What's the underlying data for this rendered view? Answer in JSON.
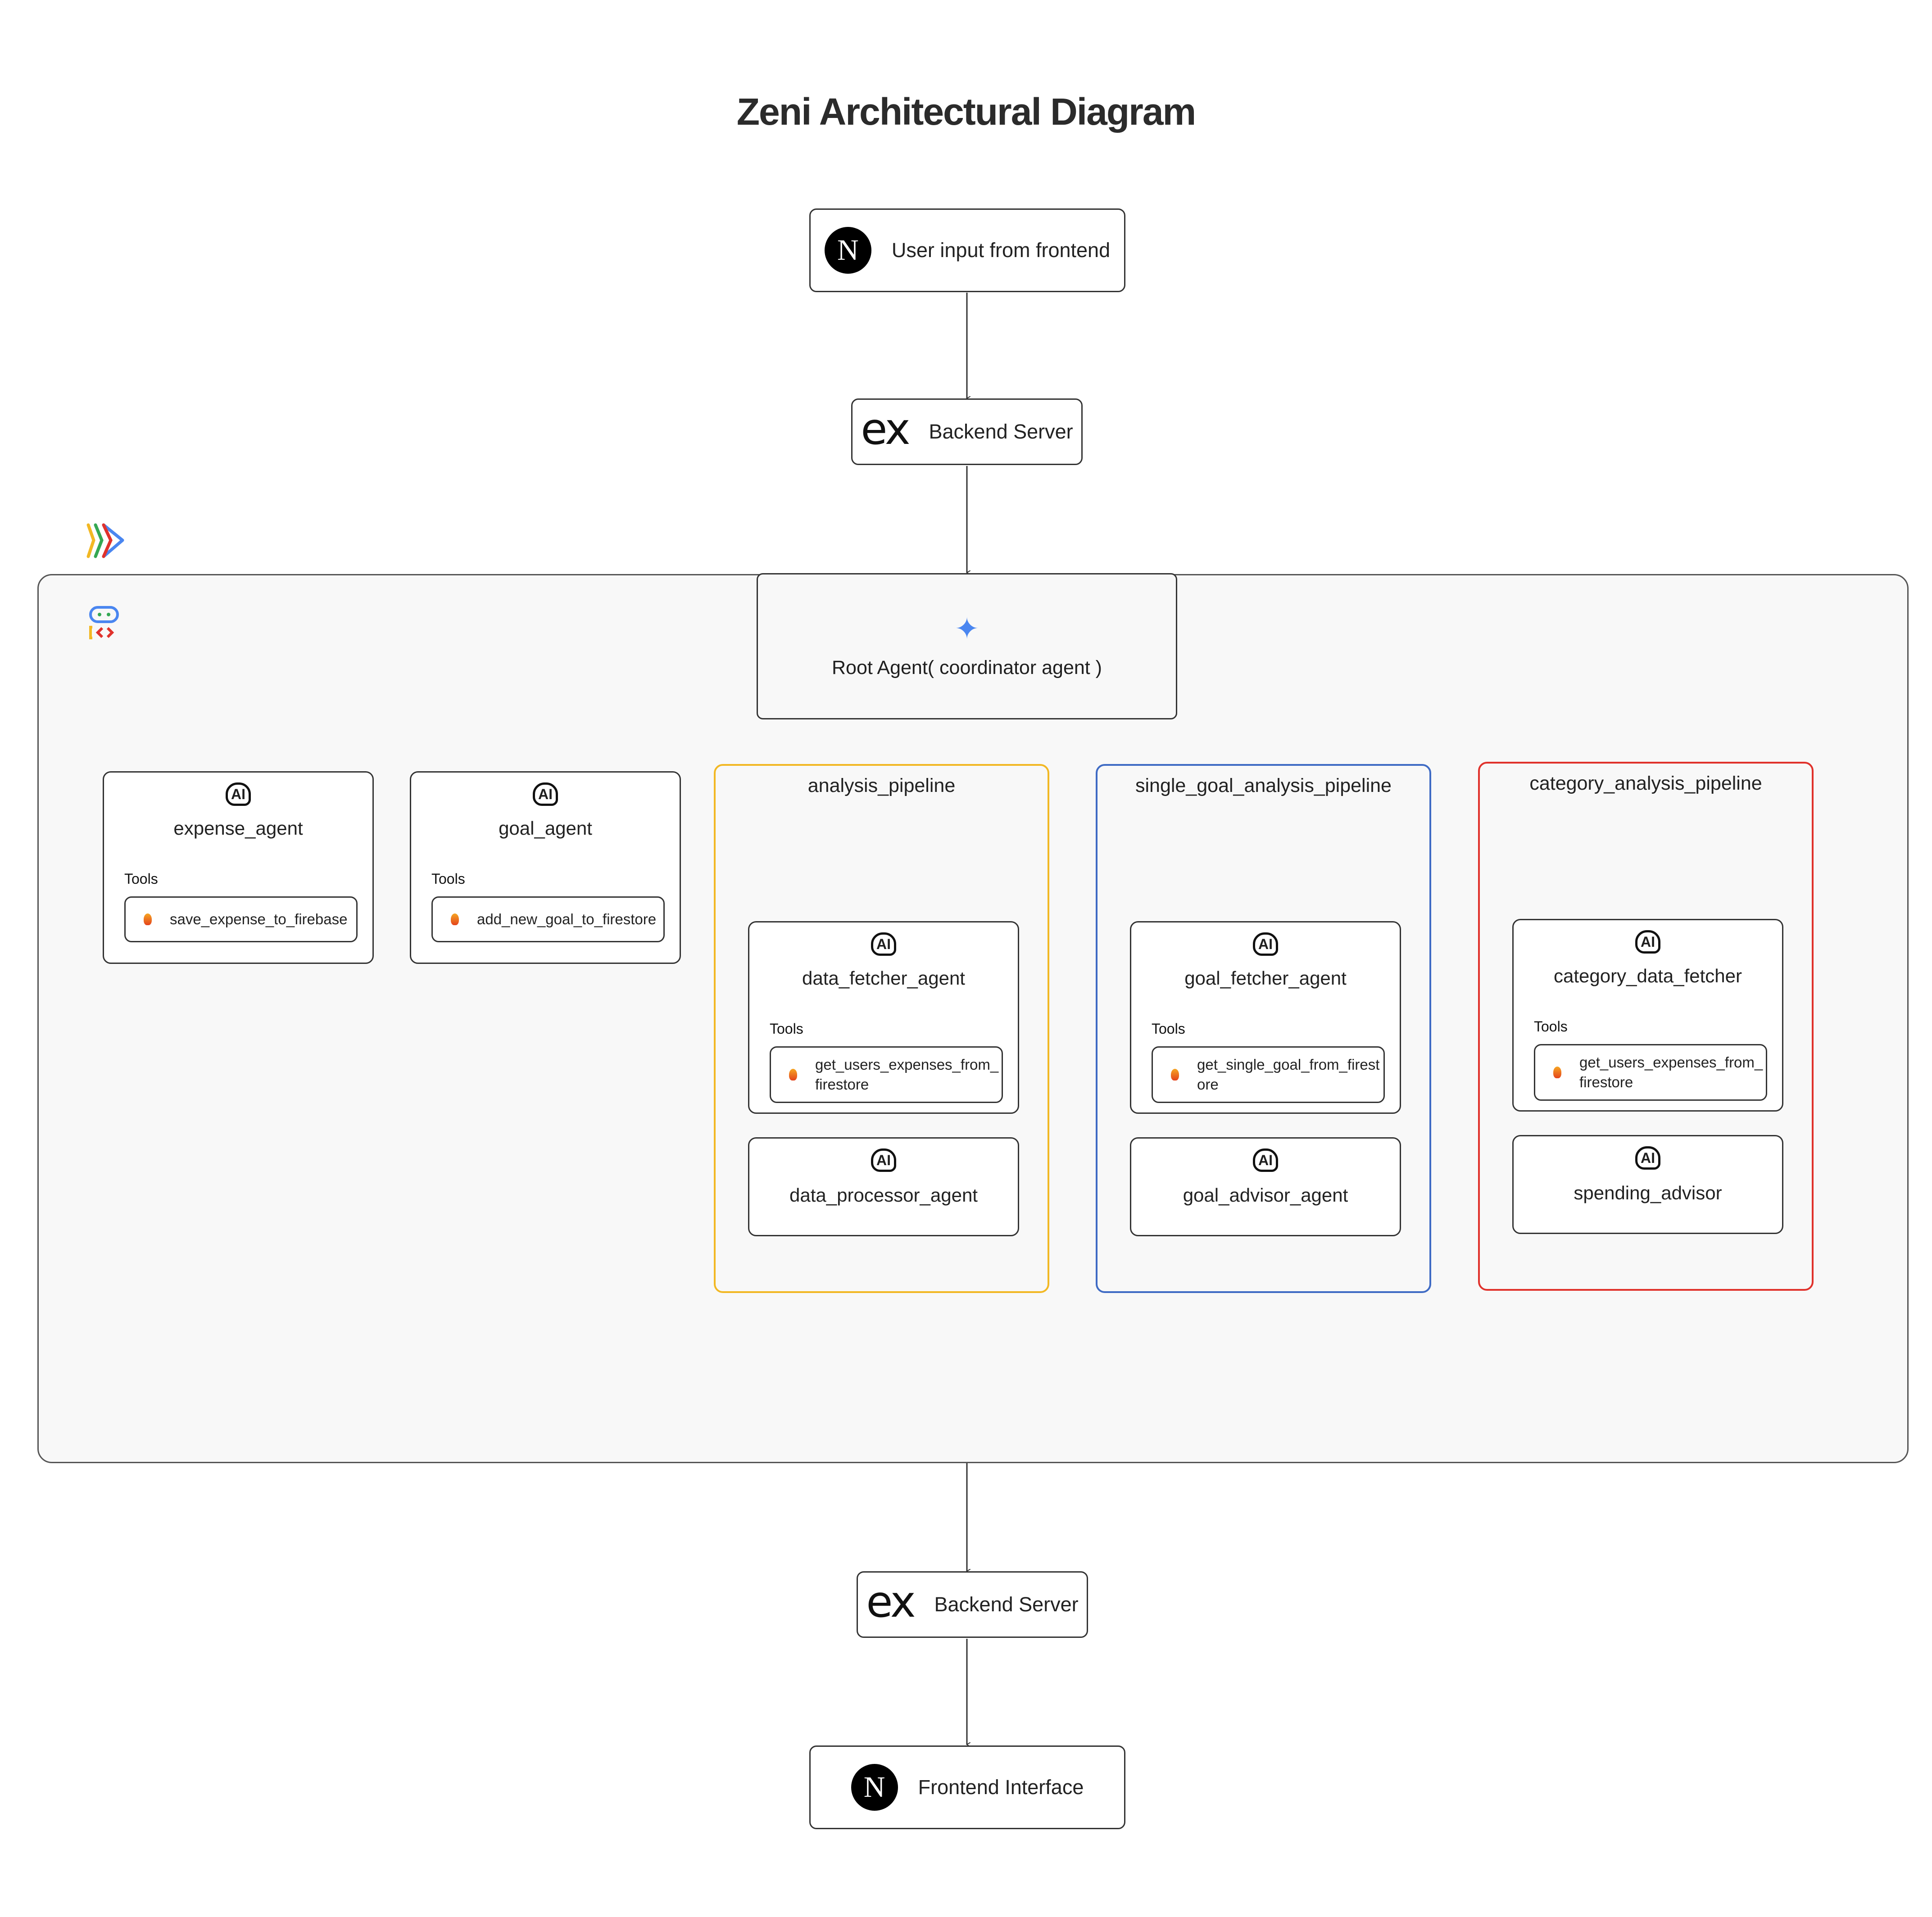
{
  "title": "Zeni Architectural Diagram",
  "nodes": {
    "frontend_input": {
      "label": "User input from frontend",
      "logo": "N"
    },
    "backend_top": {
      "label": "Backend Server",
      "logo": "ex"
    },
    "backend_bottom": {
      "label": "Backend Server",
      "logo": "ex"
    },
    "frontend_output": {
      "label": "Frontend Interface",
      "logo": "N"
    }
  },
  "root_agent": {
    "label": "Root Agent( coordinator agent )",
    "icon": "sparkle-icon"
  },
  "agents": {
    "expense": {
      "name": "expense_agent",
      "tools_label": "Tools",
      "tool": "save_expense_to_firebase"
    },
    "goal": {
      "name": "goal_agent",
      "tools_label": "Tools",
      "tool": "add_new_goal_to_firestore"
    }
  },
  "pipelines": {
    "analysis": {
      "name": "analysis_pipeline",
      "color": "#f2b824",
      "fetcher": {
        "name": "data_fetcher_agent",
        "tools_label": "Tools",
        "tool": "get_users_expenses_from_firestore"
      },
      "processor": {
        "name": "data_processor_agent"
      }
    },
    "single_goal": {
      "name": "single_goal_analysis_pipeline",
      "color": "#3f6bc4",
      "fetcher": {
        "name": "goal_fetcher_agent",
        "tools_label": "Tools",
        "tool": "get_single_goal_from_firestore"
      },
      "processor": {
        "name": "goal_advisor_agent"
      }
    },
    "category": {
      "name": "category_analysis_pipeline",
      "color": "#e0322c",
      "fetcher": {
        "name": "category_data_fetcher",
        "tools_label": "Tools",
        "tool": "get_users_expenses_from_firestore"
      },
      "processor": {
        "name": "spending_advisor"
      }
    }
  },
  "ai_icon_text": "AI"
}
